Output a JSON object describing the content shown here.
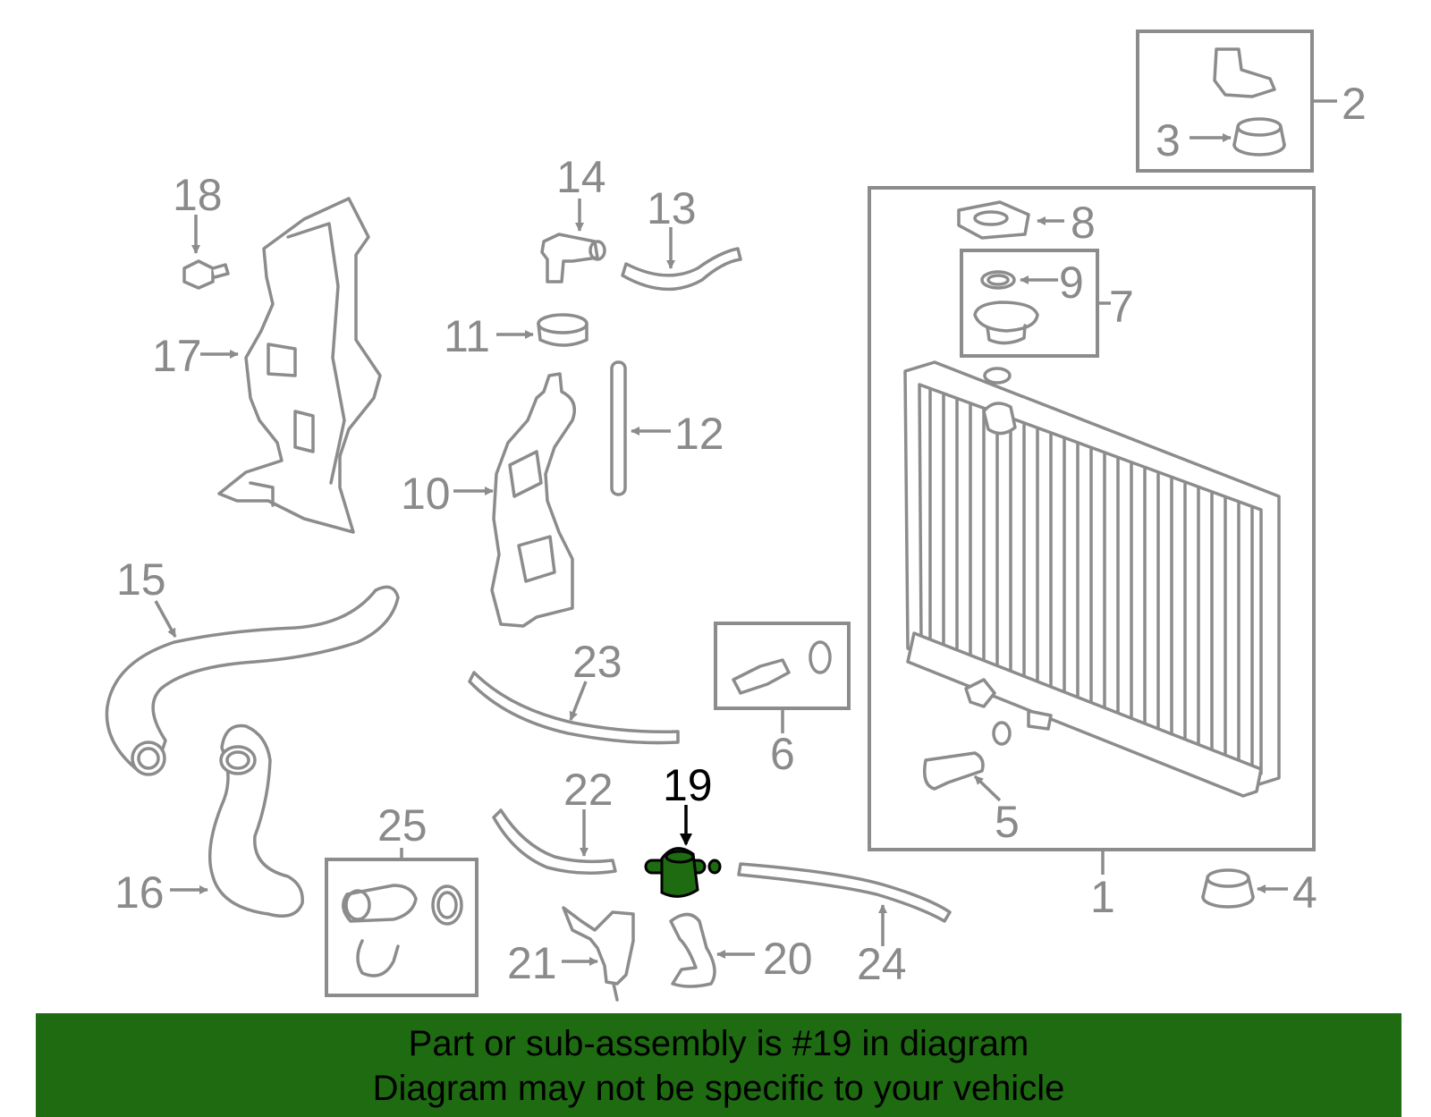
{
  "highlight": {
    "part_number": "19",
    "color": "#1e6b12"
  },
  "callouts": {
    "c1": "1",
    "c2": "2",
    "c3": "3",
    "c4": "4",
    "c5": "5",
    "c6": "6",
    "c7": "7",
    "c8": "8",
    "c9": "9",
    "c10": "10",
    "c11": "11",
    "c12": "12",
    "c13": "13",
    "c14": "14",
    "c15": "15",
    "c16": "16",
    "c17": "17",
    "c18": "18",
    "c19": "19",
    "c20": "20",
    "c21": "21",
    "c22": "22",
    "c23": "23",
    "c24": "24",
    "c25": "25"
  },
  "banner": {
    "line1": "Part or sub-assembly is #19 in diagram",
    "line2": "Diagram may not be specific to your vehicle",
    "background": "#1e6b12"
  }
}
